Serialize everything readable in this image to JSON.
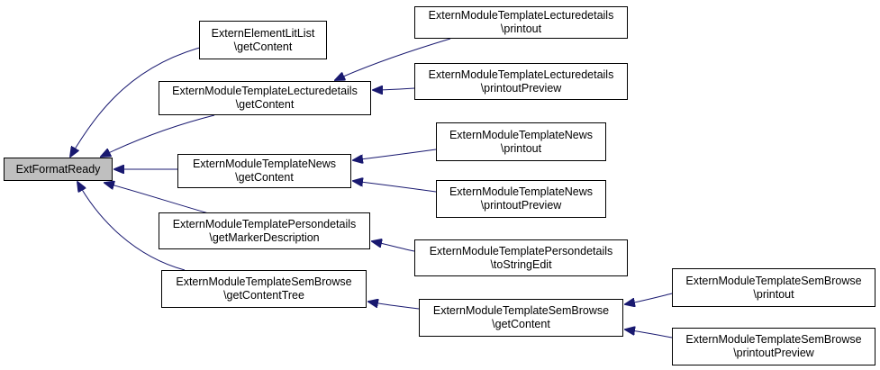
{
  "diagram": {
    "edge_color": "#191970",
    "root_fill": "#bfbfbf",
    "nodes": [
      {
        "id": "n0",
        "lines": [
          "ExtFormatReady"
        ]
      },
      {
        "id": "n1",
        "lines": [
          "ExternElementLitList",
          "\\getContent"
        ]
      },
      {
        "id": "n2",
        "lines": [
          "ExternModuleTemplateLecturedetails",
          "\\getContent"
        ]
      },
      {
        "id": "n3",
        "lines": [
          "ExternModuleTemplateNews",
          "\\getContent"
        ]
      },
      {
        "id": "n4",
        "lines": [
          "ExternModuleTemplatePersondetails",
          "\\getMarkerDescription"
        ]
      },
      {
        "id": "n5",
        "lines": [
          "ExternModuleTemplateSemBrowse",
          "\\getContentTree"
        ]
      },
      {
        "id": "n6",
        "lines": [
          "ExternModuleTemplateLecturedetails",
          "\\printout"
        ]
      },
      {
        "id": "n7",
        "lines": [
          "ExternModuleTemplateLecturedetails",
          "\\printoutPreview"
        ]
      },
      {
        "id": "n8",
        "lines": [
          "ExternModuleTemplateNews",
          "\\printout"
        ]
      },
      {
        "id": "n9",
        "lines": [
          "ExternModuleTemplateNews",
          "\\printoutPreview"
        ]
      },
      {
        "id": "n10",
        "lines": [
          "ExternModuleTemplatePersondetails",
          "\\toStringEdit"
        ]
      },
      {
        "id": "n11",
        "lines": [
          "ExternModuleTemplateSemBrowse",
          "\\getContent"
        ]
      },
      {
        "id": "n12",
        "lines": [
          "ExternModuleTemplateSemBrowse",
          "\\printout"
        ]
      },
      {
        "id": "n13",
        "lines": [
          "ExternModuleTemplateSemBrowse",
          "\\printoutPreview"
        ]
      }
    ],
    "edges": [
      {
        "from": "n1",
        "to": "n0"
      },
      {
        "from": "n2",
        "to": "n0"
      },
      {
        "from": "n3",
        "to": "n0"
      },
      {
        "from": "n4",
        "to": "n0"
      },
      {
        "from": "n5",
        "to": "n0"
      },
      {
        "from": "n6",
        "to": "n2"
      },
      {
        "from": "n7",
        "to": "n2"
      },
      {
        "from": "n8",
        "to": "n3"
      },
      {
        "from": "n9",
        "to": "n3"
      },
      {
        "from": "n10",
        "to": "n4"
      },
      {
        "from": "n11",
        "to": "n5"
      },
      {
        "from": "n12",
        "to": "n11"
      },
      {
        "from": "n13",
        "to": "n11"
      }
    ]
  }
}
